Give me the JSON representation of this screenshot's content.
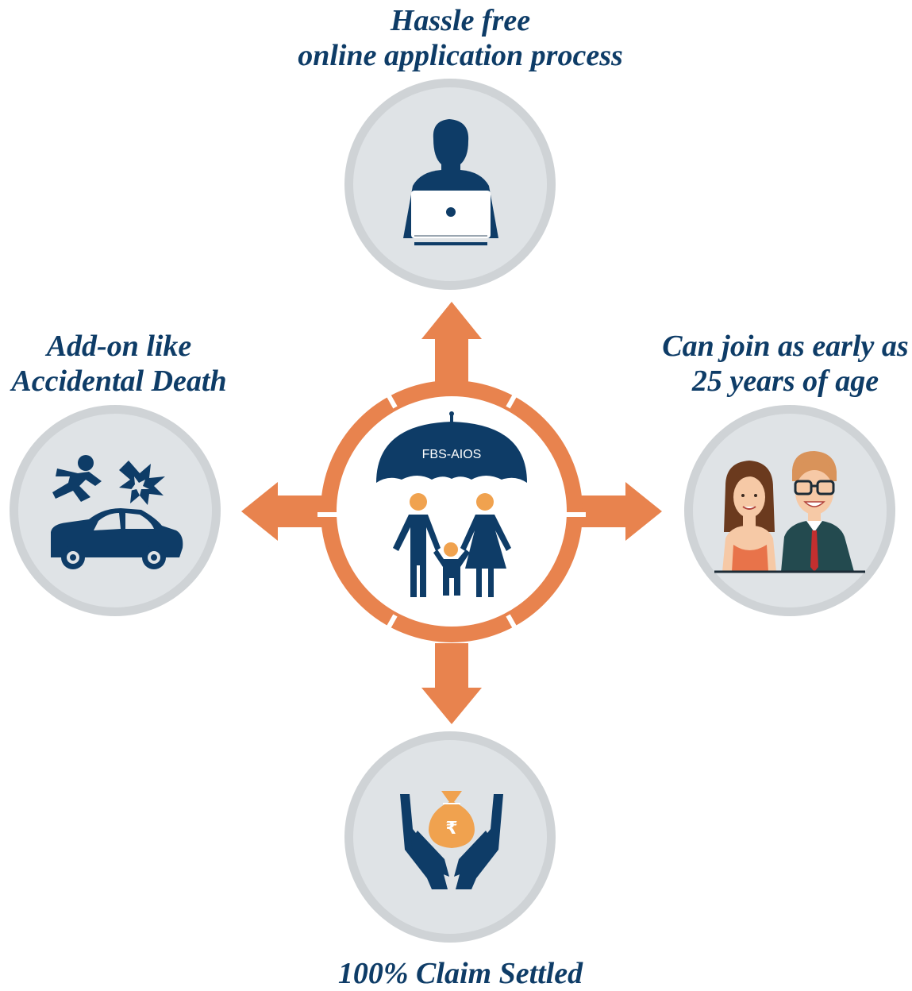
{
  "labels": {
    "top": [
      "Hassle free",
      "online application process"
    ],
    "left": [
      "Add-on like",
      "Accidental Death"
    ],
    "right": [
      "Can join as early as",
      "25 years of age"
    ],
    "bottom": "100% Claim Settled"
  },
  "center": {
    "umbrella_text": "FBS-AIOS"
  },
  "icons": {
    "top": "person-laptop-icon",
    "left": "car-accident-icon",
    "right": "couple-icon",
    "bottom": "hands-money-bag-icon",
    "center": "family-umbrella-icon",
    "money_bag_symbol": "₹"
  },
  "colors": {
    "accent_orange": "#e8834e",
    "navy": "#0e3c67",
    "circle_fill": "#dfe3e6",
    "circle_ring": "#cfd3d6"
  }
}
